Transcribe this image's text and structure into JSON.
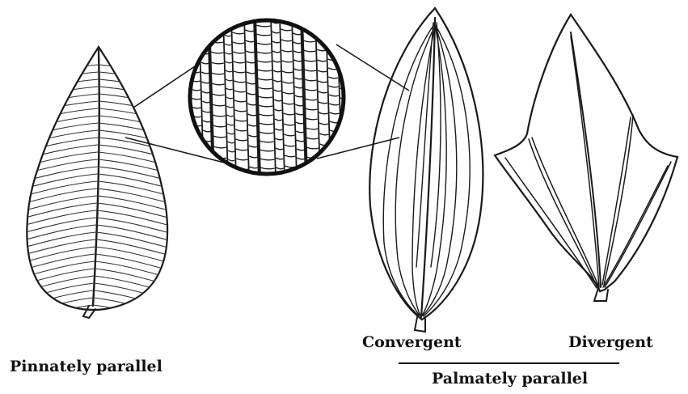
{
  "labels": {
    "pinnately": "Pinnately parallel",
    "convergent": "Convergent",
    "divergent": "Divergent",
    "palmately": "Palmately parallel"
  }
}
